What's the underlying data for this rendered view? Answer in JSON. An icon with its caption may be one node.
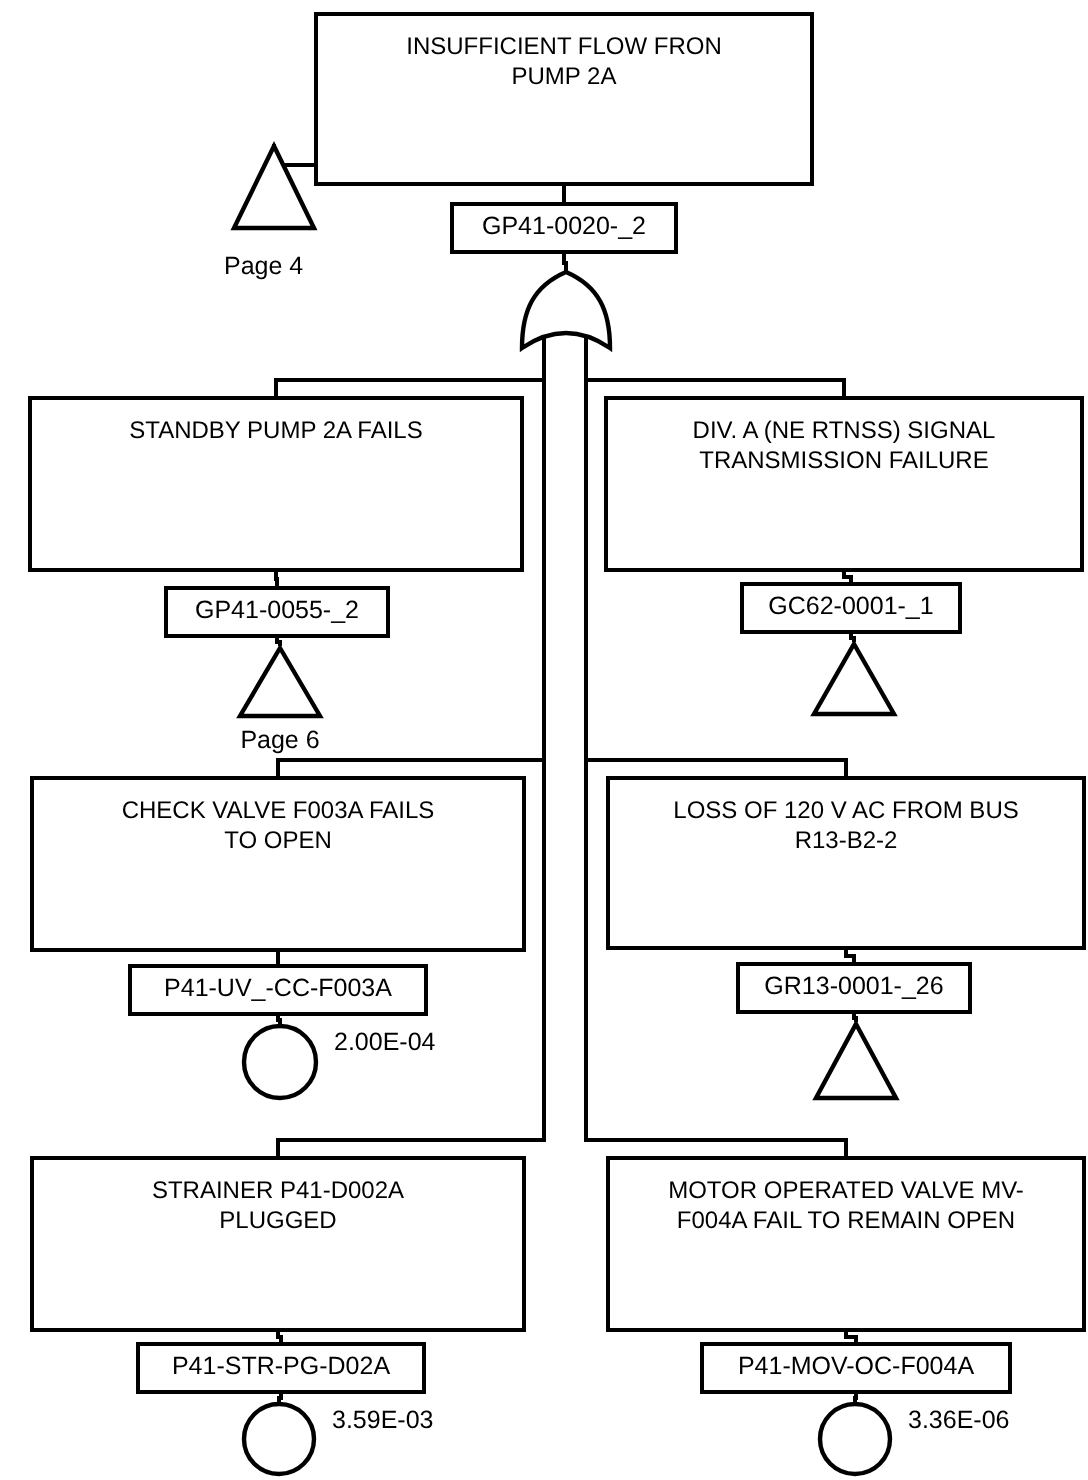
{
  "diagram": {
    "nodes": [
      {
        "text": [
          "INSUFFICIENT FLOW FRON PUMP 2A"
        ]
      },
      {
        "text": [
          "GP41-0020-_2"
        ]
      },
      {
        "text": [],
        "shape": "triangle",
        "beside": [
          "Page 4"
        ]
      },
      {
        "text": [],
        "shape": "gate"
      },
      {
        "text": [
          "STANDBY PUMP 2A FAILS"
        ]
      },
      {
        "text": [
          "GP41-0055-_2"
        ]
      },
      {
        "text": [],
        "shape": "triangle",
        "beside": [
          "Page 6"
        ]
      },
      {
        "text": [
          "DIV. A (NE RTNSS) SIGNAL TRANSMISSION FAILURE"
        ]
      },
      {
        "text": [
          "GC62-0001-_1"
        ]
      },
      {
        "text": [],
        "shape": "triangle"
      },
      {
        "text": [
          "CHECK VALVE  F003A FAILS TO OPEN"
        ]
      },
      {
        "text": [
          "P41-UV_-CC-F003A"
        ]
      },
      {
        "text": [],
        "shape": "circle",
        "beside": [
          "2.00E-04"
        ]
      },
      {
        "text": [
          "LOSS OF 120 V AC FROM BUS R13-B2-2"
        ]
      },
      {
        "text": [
          "GR13-0001-_26"
        ]
      },
      {
        "text": [],
        "shape": "triangle"
      },
      {
        "text": [
          "STRAINER P41-D002A PLUGGED"
        ]
      },
      {
        "text": [
          "P41-STR-PG-D02A"
        ]
      },
      {
        "text": [],
        "shape": "circle",
        "beside": [
          "3.59E-03"
        ]
      },
      {
        "text": [
          "MOTOR OPERATED VALVE MV-F004A FAIL TO REMAIN OPEN"
        ]
      },
      {
        "text": [
          "P41-MOV-OC-F004A"
        ]
      },
      {
        "text": [],
        "shape": "circle",
        "beside": [
          "3.36E-06"
        ]
      }
    ],
    "edges": [
      {
        "from": 0,
        "to": 1,
        "arrow": "none"
      },
      {
        "from": 0,
        "to": 2,
        "arrow": "none"
      },
      {
        "from": 1,
        "to": 3,
        "arrow": "none"
      },
      {
        "from": 3,
        "to": 4,
        "arrow": "none"
      },
      {
        "from": 3,
        "to": 7,
        "arrow": "none"
      },
      {
        "from": 3,
        "to": 10,
        "arrow": "none"
      },
      {
        "from": 3,
        "to": 13,
        "arrow": "none"
      },
      {
        "from": 3,
        "to": 16,
        "arrow": "none"
      },
      {
        "from": 3,
        "to": 19,
        "arrow": "none"
      },
      {
        "from": 4,
        "to": 5,
        "arrow": "none"
      },
      {
        "from": 5,
        "to": 6,
        "arrow": "none"
      },
      {
        "from": 7,
        "to": 8,
        "arrow": "none"
      },
      {
        "from": 8,
        "to": 9,
        "arrow": "none"
      },
      {
        "from": 10,
        "to": 11,
        "arrow": "none"
      },
      {
        "from": 11,
        "to": 12,
        "arrow": "none"
      },
      {
        "from": 13,
        "to": 14,
        "arrow": "none"
      },
      {
        "from": 14,
        "to": 15,
        "arrow": "none"
      },
      {
        "from": 16,
        "to": 17,
        "arrow": "none"
      },
      {
        "from": 17,
        "to": 18,
        "arrow": "none"
      },
      {
        "from": 19,
        "to": 20,
        "arrow": "none"
      },
      {
        "from": 20,
        "to": 21,
        "arrow": "none"
      }
    ]
  }
}
